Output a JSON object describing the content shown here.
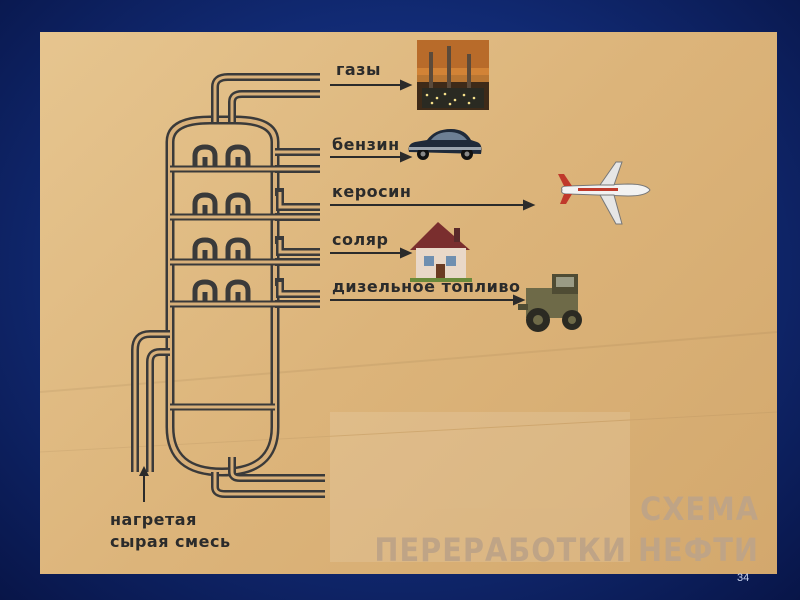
{
  "diagram": {
    "products": {
      "gases": "газы",
      "gasoline": "бензин",
      "kerosene": "керосин",
      "solar_oil": "соляр",
      "diesel": "дизельное топливо"
    },
    "input_label": {
      "line1": "нагретая",
      "line2": "сырая смесь"
    },
    "title": {
      "line1": "СХЕМА",
      "line2": "ПЕРЕРАБОТКИ НЕФТИ"
    }
  },
  "slide_number": "34",
  "colors": {
    "background": "#132c7a",
    "slide": "#dfb981",
    "pipe_outline": "#3a3a3a",
    "pipe_fill": "#d9b07b",
    "title": "#bfa486"
  },
  "icons": [
    "factory-image",
    "car-image",
    "airplane-image",
    "house-image",
    "tractor-image"
  ]
}
